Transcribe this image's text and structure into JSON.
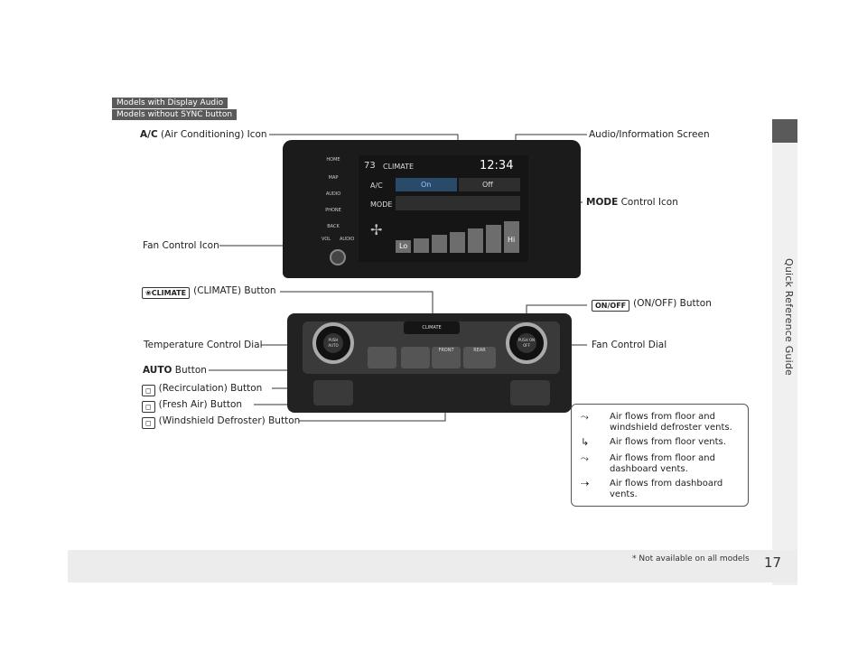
{
  "tags": [
    "Models with Display Audio",
    "Models without SYNC button"
  ],
  "side_tab": "Quick Reference Guide",
  "page_number": "17",
  "footnote": "* Not available on all models",
  "callouts": {
    "ac_bold": "A/C",
    "ac_rest": " (Air Conditioning) Icon",
    "audio_screen": "Audio/Information Screen",
    "mode_bold": "MODE",
    "mode_rest": " Control Icon",
    "fan_icon": "Fan Control Icon",
    "climate_btn_glyph": "❀CLIMATE",
    "climate_btn": "(CLIMATE) Button",
    "onoff_glyph": "ON/OFF",
    "onoff_btn": "(ON/OFF) Button",
    "temp_dial": "Temperature Control Dial",
    "fan_dial": "Fan Control Dial",
    "auto_bold": "AUTO",
    "auto_rest": " Button",
    "recirc": "(Recirculation) Button",
    "fresh": "(Fresh Air) Button",
    "defrost": "(Windshield Defroster) Button"
  },
  "legend": [
    {
      "icon": "floor-and-defroster-icon",
      "text": "Air flows from floor and windshield defroster vents."
    },
    {
      "icon": "floor-icon",
      "text": "Air flows from floor vents."
    },
    {
      "icon": "floor-and-dashboard-icon",
      "text": "Air flows from floor and dashboard vents."
    },
    {
      "icon": "dashboard-icon",
      "text": "Air flows from dashboard vents."
    }
  ],
  "screen": {
    "temp": "73",
    "title": "CLIMATE",
    "clock": "12:34",
    "ac_label": "A/C",
    "on": "On",
    "off": "Off",
    "mode_label": "MODE",
    "fan_lo": "Lo",
    "fan_hi": "Hi"
  },
  "softkeys": [
    "HOME",
    "MAP",
    "AUDIO",
    "PHONE",
    "BACK"
  ],
  "unit_labels": {
    "vol": "VOL",
    "audio": "AUDIO"
  },
  "panel": {
    "push_auto": "PUSH AUTO",
    "push_onoff": "PUSH ON OFF",
    "climate": "CLIMATE",
    "front": "FRONT",
    "rear": "REAR"
  }
}
